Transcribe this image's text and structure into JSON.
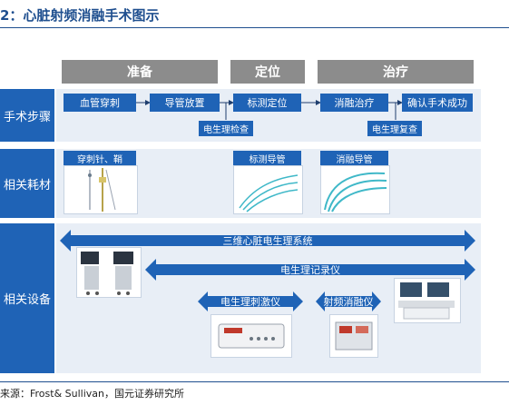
{
  "title": "2：心脏射频消融手术图示",
  "phases": [
    "准备",
    "定位",
    "治疗"
  ],
  "rows": [
    "手术步骤",
    "相关耗材",
    "相关设备"
  ],
  "steps": [
    "血管穿刺",
    "导管放置",
    "标测定位",
    "消融治疗",
    "确认手术成功"
  ],
  "checks": [
    "电生理检查",
    "电生理复查"
  ],
  "consumables": [
    "穿刺针、鞘",
    "标测导管",
    "消融导管"
  ],
  "equipment": [
    "三维心脏电生理系统",
    "电生理记录仪",
    "电生理刺激仪",
    "射频消融仪"
  ],
  "source": "来源：Frost& Sullivan，国元证券研究所",
  "colors": {
    "blue": "#1f63b6",
    "gray": "#8c8c8c",
    "title": "#1f4f8f",
    "bg_light": "#e8eef6",
    "cyan": "#3fb8c8"
  }
}
